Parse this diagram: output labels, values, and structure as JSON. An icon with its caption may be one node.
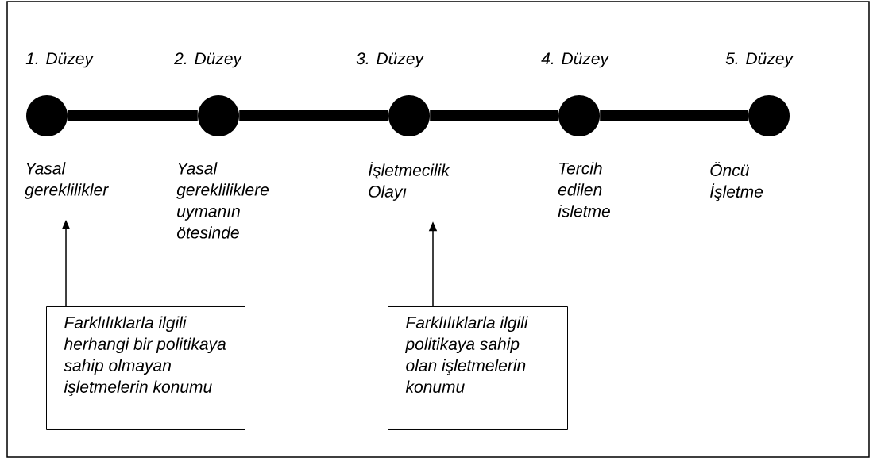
{
  "diagram": {
    "nodes": [
      {
        "text": [],
        "shape": "circle",
        "beside": [
          "1. Düzey"
        ]
      },
      {
        "text": [],
        "shape": "circle",
        "beside": [
          "2. Düzey"
        ]
      },
      {
        "text": [],
        "shape": "circle",
        "beside": [
          "3. Düzey"
        ]
      },
      {
        "text": [],
        "shape": "circle",
        "beside": [
          "4. Düzey"
        ]
      },
      {
        "text": [],
        "shape": "circle",
        "beside": [
          "5. Düzey"
        ]
      },
      {
        "text": [
          "Yasal gereklilikler"
        ]
      },
      {
        "text": [
          "Yasal gerekliliklere uymanın ötesinde"
        ]
      },
      {
        "text": [
          "İşletmecilik Olayı"
        ]
      },
      {
        "text": [
          "Tercih edilen isletme"
        ]
      },
      {
        "text": [
          "Öncü İşletme"
        ]
      },
      {
        "text": [
          "Farklılıklarla ilgili herhangi bir politikaya sahip olmayan işletmelerin konumu"
        ]
      },
      {
        "text": [
          "Farklılıklarla ilgili politikaya sahip olan işletmelerin konumu"
        ]
      }
    ],
    "edges": [
      {
        "from": 0,
        "to": 1,
        "arrow": "none"
      },
      {
        "from": 1,
        "to": 2,
        "arrow": "none"
      },
      {
        "from": 2,
        "to": 3,
        "arrow": "none"
      },
      {
        "from": 3,
        "to": 4,
        "arrow": "none"
      },
      {
        "from": 10,
        "to": 5,
        "arrow": "to"
      },
      {
        "from": 11,
        "to": 7,
        "arrow": "to"
      }
    ]
  }
}
